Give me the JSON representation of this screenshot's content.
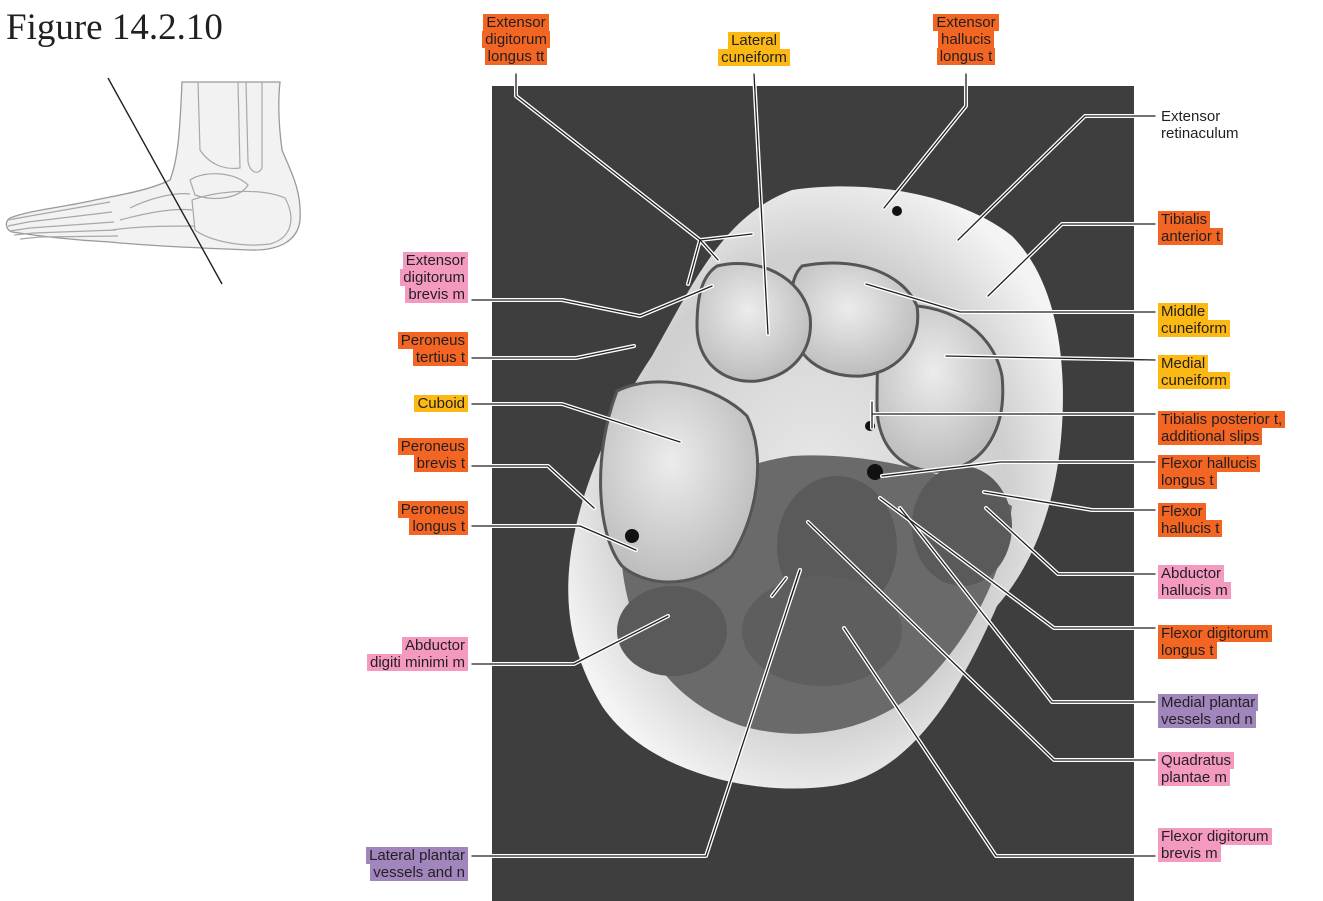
{
  "figure": {
    "title": "Figure 14.2.10"
  },
  "colors": {
    "tendon": "#f26522",
    "bone": "#fdb913",
    "muscle": "#f49ac1",
    "neurovascular": "#a186be",
    "plain": "#ffffff"
  },
  "labels": {
    "edl_tendon": [
      "Extensor",
      "digitorum",
      "longus tt"
    ],
    "lateral_cuneiform": [
      "Lateral",
      "cuneiform"
    ],
    "ehl_tendon": [
      "Extensor",
      "hallucis",
      "longus t"
    ],
    "extensor_retinaculum": [
      "Extensor",
      "retinaculum"
    ],
    "tibialis_anterior": [
      "Tibialis",
      "anterior t"
    ],
    "edb_muscle": [
      "Extensor",
      "digitorum",
      "brevis m"
    ],
    "middle_cuneiform": [
      "Middle",
      "cuneiform"
    ],
    "peroneus_tertius": [
      "Peroneus",
      "tertius t"
    ],
    "medial_cuneiform": [
      "Medial",
      "cuneiform"
    ],
    "cuboid": [
      "Cuboid"
    ],
    "tibialis_posterior": [
      "Tibialis posterior t,",
      "additional slips"
    ],
    "peroneus_brevis": [
      "Peroneus",
      "brevis t"
    ],
    "fhl_tendon": [
      "Flexor hallucis",
      "longus t"
    ],
    "peroneus_longus": [
      "Peroneus",
      "longus t"
    ],
    "flexor_hallucis": [
      "Flexor",
      "hallucis t"
    ],
    "abductor_hallucis": [
      "Abductor",
      "hallucis m"
    ],
    "fdl_tendon": [
      "Flexor digitorum",
      "longus t"
    ],
    "abductor_digiti_minimi": [
      "Abductor",
      "digiti minimi m"
    ],
    "medial_plantar": [
      "Medial plantar",
      "vessels and n"
    ],
    "quadratus_plantae": [
      "Quadratus",
      "plantae m"
    ],
    "lateral_plantar": [
      "Lateral plantar",
      "vessels and n"
    ],
    "fdb_muscle": [
      "Flexor digitorum",
      "brevis m"
    ]
  }
}
